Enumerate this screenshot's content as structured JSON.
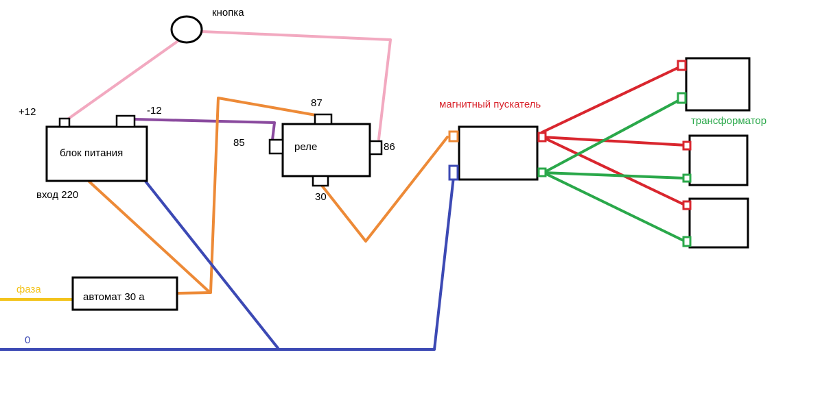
{
  "labels": {
    "button": "кнопка",
    "plus12": "+12",
    "minus12": "-12",
    "power_supply": "блок питания",
    "input220": "вход 220",
    "pin87": "87",
    "pin85": "85",
    "relay": "реле",
    "pin86": "86",
    "pin30": "30",
    "magnetic_starter": "магнитный пускатель",
    "transformer": "трансформатор",
    "phase": "фаза",
    "breaker": "автомат 30 а",
    "zero": "0"
  },
  "colors": {
    "pink": "#f2a9c0",
    "orange": "#ed8a37",
    "purple": "#8a4a9e",
    "blue": "#3c49b4",
    "yellow": "#f3c31b",
    "red": "#d9262e",
    "green": "#2aa84a"
  }
}
